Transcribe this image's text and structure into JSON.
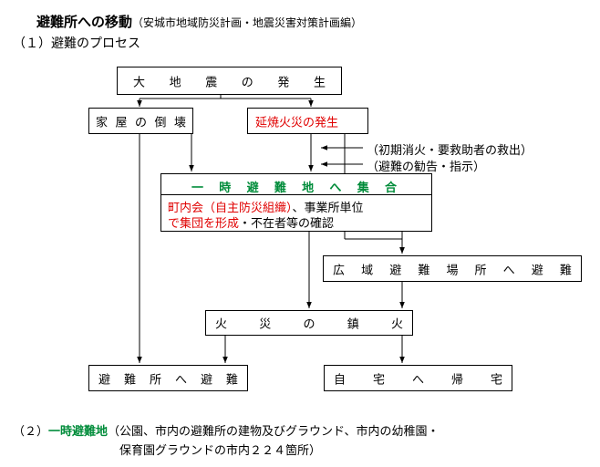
{
  "header": {
    "title": "避難所への移動",
    "title_note": "（安城市地域防災計画・地震災害対策計画編）",
    "section1": "（１）避難のプロセス"
  },
  "flow": {
    "earthquake": "大地震の発生",
    "house_collapse": "家屋の倒壊",
    "fire_spread": "延焼火災の発生",
    "note_initial": "（初期消火・要救助者の救出）",
    "note_evac": "（避難の勧告・指示）",
    "temp_evac_title": "一時避難地へ集合",
    "temp_line1_red": "町内会（自主防災組織）",
    "temp_line1_black": "、事業所単位",
    "temp_line2_red": "で集団を形成",
    "temp_line2_black": "・不在者等の確認",
    "wide_area": "広域避難場所へ避難",
    "fire_out": "火災の鎮火",
    "to_shelter": "避難所へ避難",
    "go_home": "自宅へ帰宅"
  },
  "footer": {
    "num": "（２）",
    "term": "一時避難地",
    "desc1": "（公園、市内の避難所の建物及びグラウンド、市内の幼稚園・",
    "desc2": "保育園グラウンドの市内２２４箇所）"
  },
  "colors": {
    "accent_red": "#e00000",
    "accent_green": "#008c3a"
  }
}
